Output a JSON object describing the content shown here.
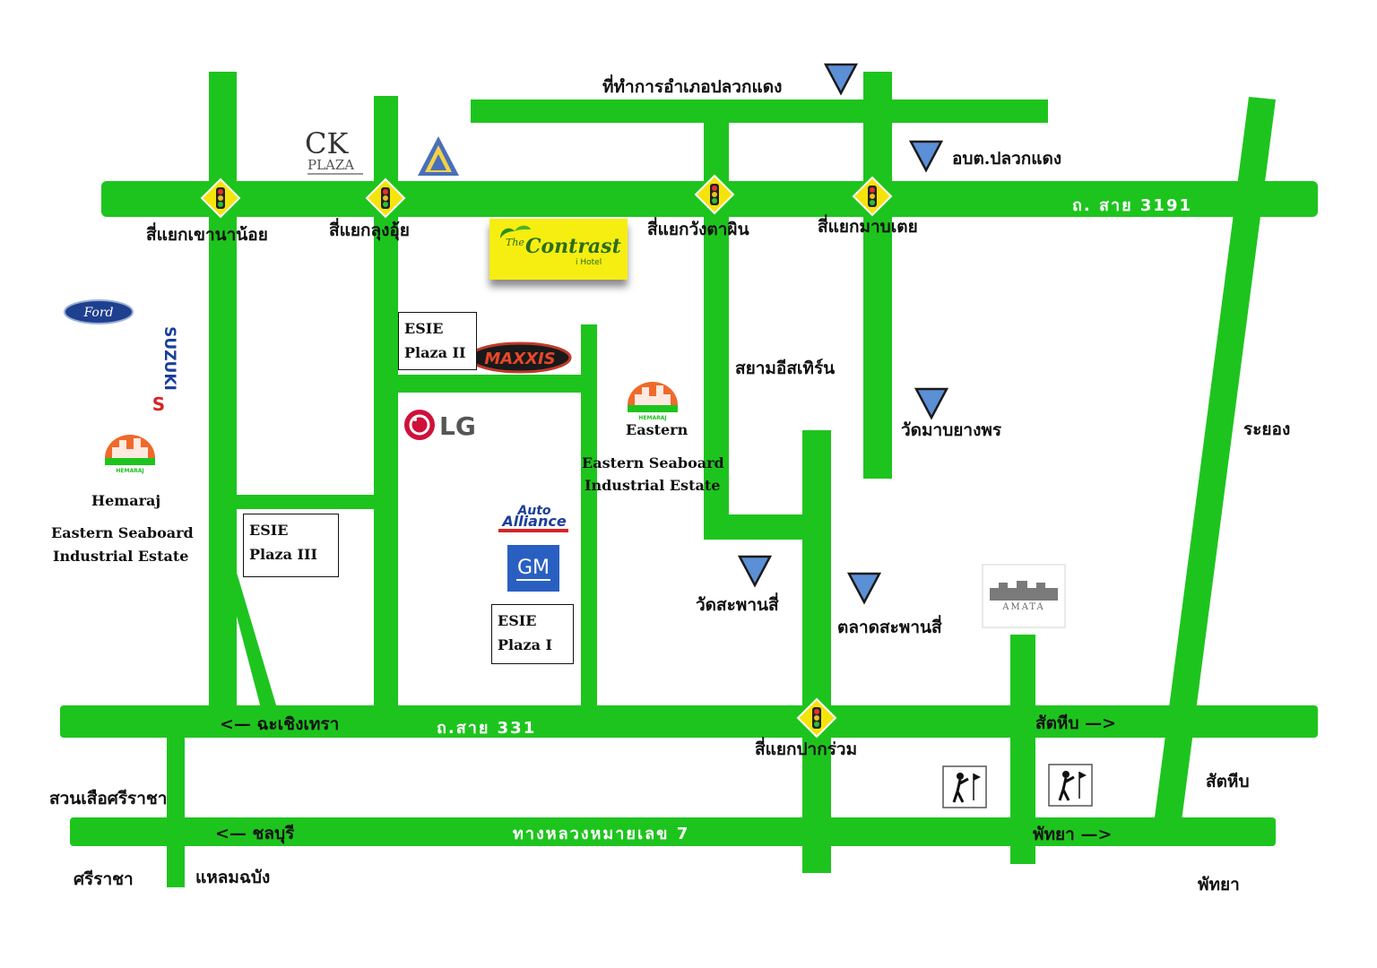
{
  "roads": {
    "route_3191": "ถ. สาย 3191",
    "route_331": "ถ.สาย 331",
    "highway_7": "ทางหลวงหมายเลข 7",
    "to_chachoengsao": "<— ฉะเชิงเทรา",
    "to_sattahip_top": "สัตหีบ —>",
    "to_chonburi": "<— ชลบุรี",
    "to_pattaya": "พัทยา —>"
  },
  "intersections": {
    "khao_na_noi": "สี่แยกเขานาน้อย",
    "lung_ui": "สี่แยกลุงอุ้ย",
    "wang_ta_phin": "สี่แยกวังตาผิน",
    "map_toei": "สี่แยกมาบเตย",
    "pak_ruam": "สี่แยกปากร่วม"
  },
  "landmarks": {
    "district_office": "ที่ทำการอำเภอปลวกแดง",
    "sao_pluak_daeng": "อบต.ปลวกแดง",
    "siam_eastern": "สยามอีสเทิร์น",
    "wat_map_yang_phon": "วัดมาบยางพร",
    "wat_saphan_si": "วัดสะพานสี่",
    "talat_saphan_si": "ตลาดสะพานสี่",
    "rayong": "ระยอง",
    "sattahip": "สัตหีบ",
    "pattaya": "พัทยา",
    "suan_suea_sriracha": "สวนเสือศรีราชา",
    "sriracha": "ศรีราชา",
    "laem_chabang": "แหลมฉบัง"
  },
  "estates": {
    "hemaraj_left_1": "Hemaraj",
    "hemaraj_left_2": "Eastern Seaboard",
    "hemaraj_left_3": "Industrial Estate",
    "hemaraj_right_1": "Eastern",
    "hemaraj_right_2": "Eastern Seaboard",
    "hemaraj_right_3": "Industrial Estate",
    "hemaraj_logo_text": "HEMARAJ"
  },
  "boxes": {
    "plaza_ii_l1": "ESIE",
    "plaza_ii_l2": "Plaza II",
    "plaza_iii_l1": "ESIE",
    "plaza_iii_l2": "Plaza III",
    "plaza_i_l1": "ESIE",
    "plaza_i_l2": "Plaza I"
  },
  "hotel": {
    "the": "The",
    "name": "Contrast",
    "sub": "i Hotel"
  },
  "logos": {
    "ck_1": "CK",
    "ck_2": "PLAZA",
    "ford": "Ford",
    "suzuki": "SUZUKI",
    "lg": "LG",
    "maxxis": "MAXXIS",
    "auto_1": "Auto",
    "auto_2": "Alliance",
    "gm": "GM",
    "amata": "AMATA"
  },
  "colors": {
    "road": "#1ec41e",
    "signal_diamond": "#f5e40a",
    "marker": "#5b8fd6",
    "hotel_bg": "#f6ee10"
  }
}
